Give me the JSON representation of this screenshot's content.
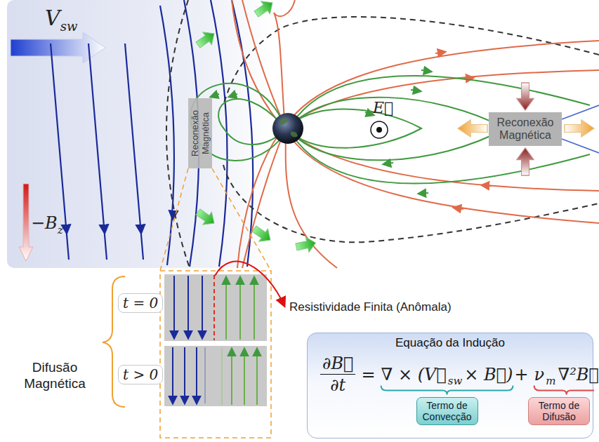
{
  "diagram": {
    "nodes": [
      {
        "text": [
          "Reconexão Magnética"
        ]
      },
      {
        "text": [
          "Reconexão Magnética"
        ]
      },
      {
        "text": [
          "Equação da Indução",
          "∂B⃗",
          "∂t",
          "=",
          "∇ × (V⃗",
          "sw",
          "× B⃗)",
          "+",
          "ν",
          "m",
          "∇²B⃗"
        ]
      },
      {
        "text": [
          "Termo de Convecção"
        ],
        "in": 2
      },
      {
        "text": [
          "Termo de Difusão"
        ],
        "in": 2
      }
    ],
    "labels": [
      "V",
      "sw",
      "−B",
      "z",
      "E⃗",
      "t = 0",
      "t > 0",
      "Difusão Magnética",
      "Resistividade Finita (Anômala)"
    ]
  }
}
